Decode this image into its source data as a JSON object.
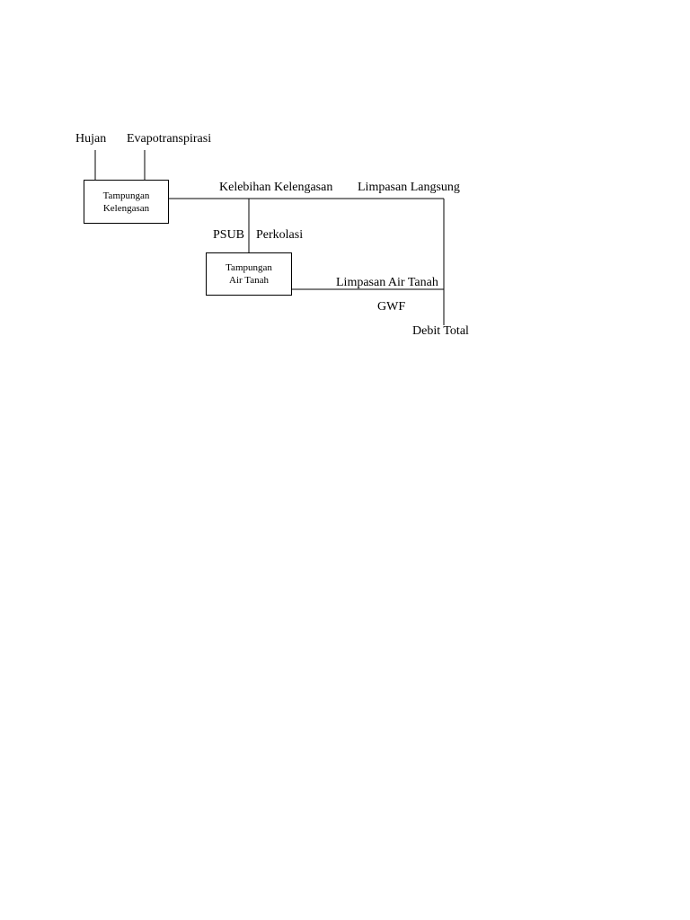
{
  "inputs": {
    "rain": "Hujan",
    "evapotranspiration": "Evapotranspirasi"
  },
  "soil_moisture_storage": {
    "line1": "Tampungan",
    "line2": "Kelengasan"
  },
  "groundwater_storage": {
    "line1": "Tampungan",
    "line2": "Air Tanah"
  },
  "flows": {
    "excess_moisture": "Kelebihan Kelengasan",
    "direct_runoff": "Limpasan Langsung",
    "psub": "PSUB",
    "percolation": "Perkolasi",
    "groundwater_runoff": "Limpasan Air Tanah",
    "gwf": "GWF",
    "total_discharge": "Debit Total"
  }
}
